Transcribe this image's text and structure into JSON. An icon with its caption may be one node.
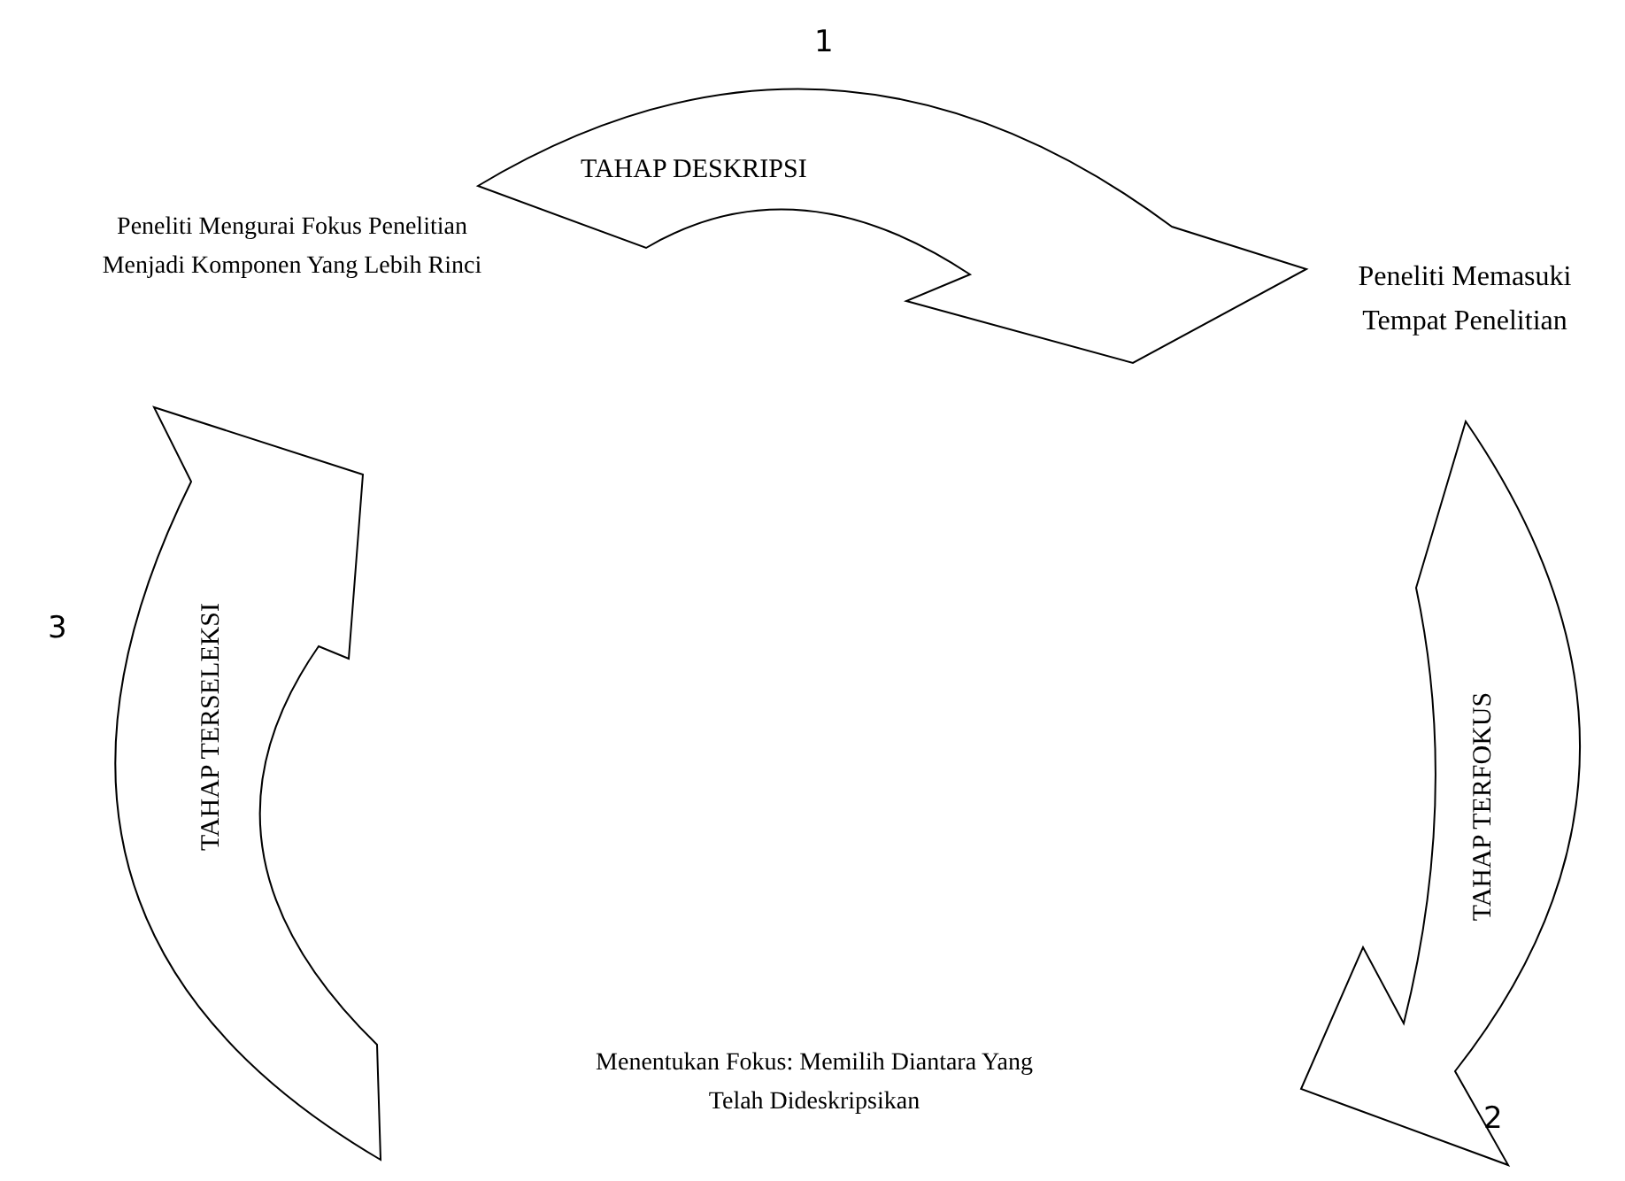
{
  "diagram": {
    "nodes": [
      {
        "text": [
          "TAHAP DESKRIPSI"
        ],
        "beside": [
          "1"
        ]
      },
      {
        "text": [
          "TAHAP TERFOKUS"
        ],
        "beside": [
          "2"
        ]
      },
      {
        "text": [
          "TAHAP TERSELEKSI"
        ],
        "beside": [
          "3"
        ]
      }
    ],
    "labels": [
      "Peneliti Mengurai Fokus Penelitian Menjadi Komponen Yang Lebih Rinci",
      "Peneliti Memasuki Tempat Penelitian",
      "Menentukan Fokus: Memilih Diantara Yang Telah Dideskripsikan"
    ]
  }
}
